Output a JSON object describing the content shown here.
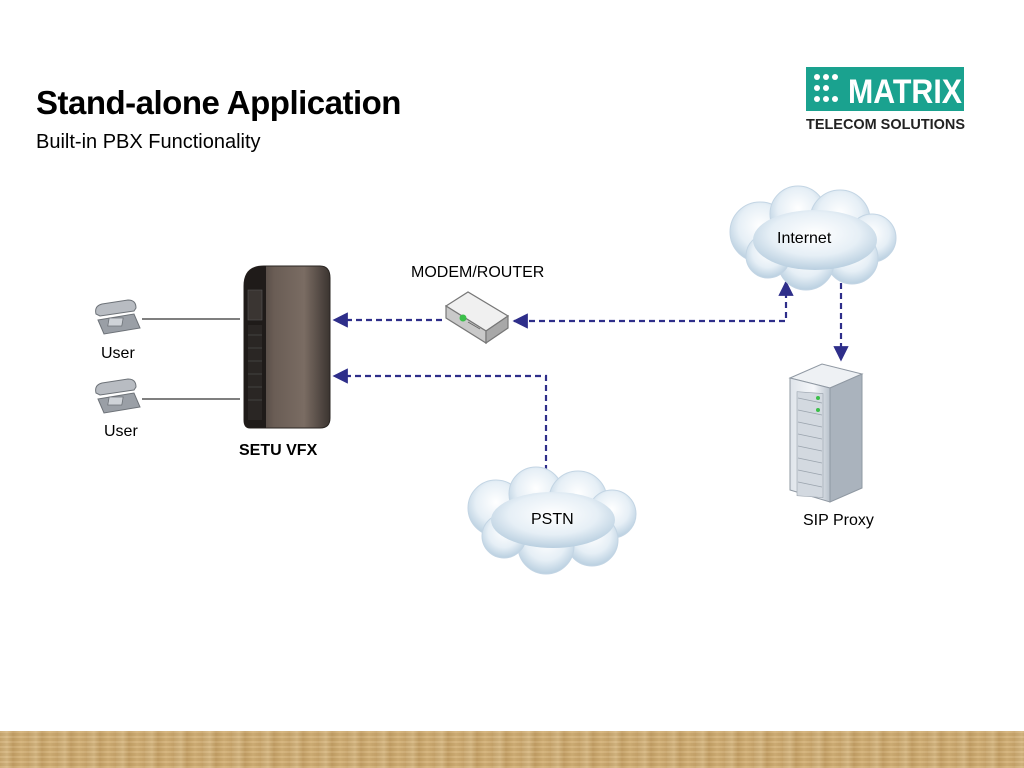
{
  "slide": {
    "title": "Stand-alone Application",
    "subtitle": "Built-in PBX Functionality"
  },
  "logo": {
    "brand": "MATRIX",
    "tagline": "TELECOM SOLUTIONS",
    "color": "#1aa28f"
  },
  "nodes": {
    "user_top": "User",
    "user_bottom": "User",
    "setu_vfx": "SETU VFX",
    "modem_router": "MODEM/ROUTER",
    "internet": "Internet",
    "pstn": "PSTN",
    "sip_proxy": "SIP Proxy"
  },
  "colors": {
    "connector": "#2e2e8a",
    "phone_line": "#333333",
    "cloud": "#d6e6f2",
    "footer": "#c8a468"
  }
}
